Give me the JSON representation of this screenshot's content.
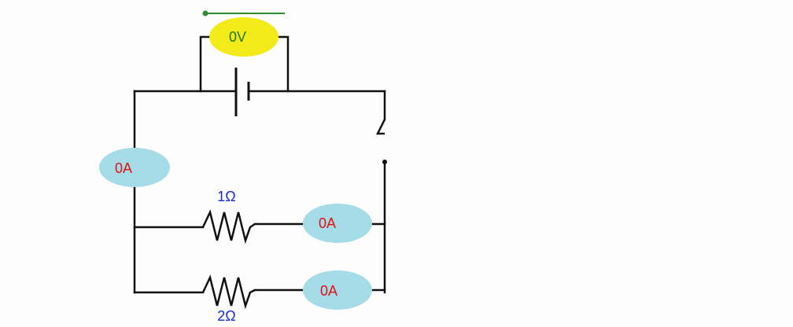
{
  "voltmeter": {
    "reading": "0V",
    "fill": "#f2ea19",
    "text_color": "#1f7a1f"
  },
  "ammeters": [
    {
      "id": "main",
      "reading": "0A"
    },
    {
      "id": "branch-1",
      "reading": "0A"
    },
    {
      "id": "branch-2",
      "reading": "0A"
    }
  ],
  "resistors": [
    {
      "id": "r1",
      "label": "1Ω"
    },
    {
      "id": "r2",
      "label": "2Ω"
    }
  ],
  "colors": {
    "wire": "#111111",
    "ammeter_fill": "#a6dbe8",
    "ammeter_text": "#e01010",
    "resistor_label": "#1a2ad0",
    "probe_line": "#2d8a2d"
  }
}
